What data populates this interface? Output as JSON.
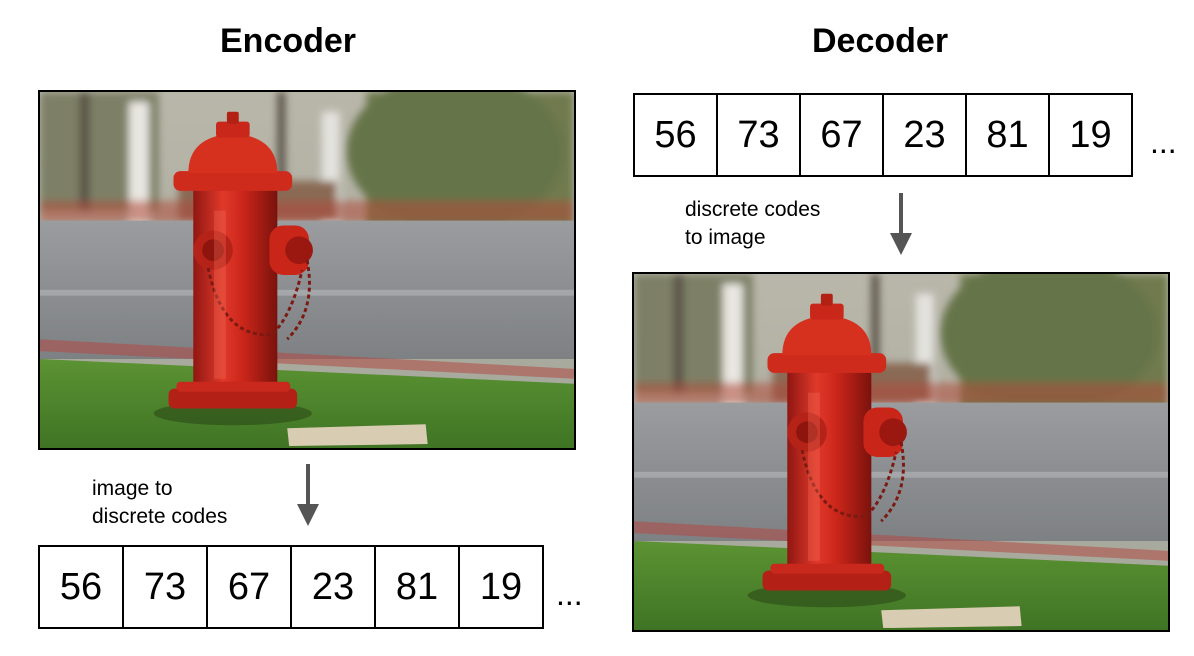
{
  "encoder": {
    "title": "Encoder",
    "caption_line1": "image to",
    "caption_line2": "discrete codes",
    "codes": [
      "56",
      "73",
      "67",
      "23",
      "81",
      "19"
    ],
    "ellipsis": "..."
  },
  "decoder": {
    "title": "Decoder",
    "caption_line1": "discrete codes",
    "caption_line2": "to image",
    "codes": [
      "56",
      "73",
      "67",
      "23",
      "81",
      "19"
    ],
    "ellipsis": "..."
  },
  "image": {
    "subject": "red fire hydrant on grass",
    "colors": {
      "hydrant": "#d42a1f",
      "grass": "#4f8a2c",
      "road": "#8a8c8e",
      "background": "#9aa08a"
    }
  },
  "colors": {
    "arrow": "#555555",
    "border": "#000000"
  }
}
